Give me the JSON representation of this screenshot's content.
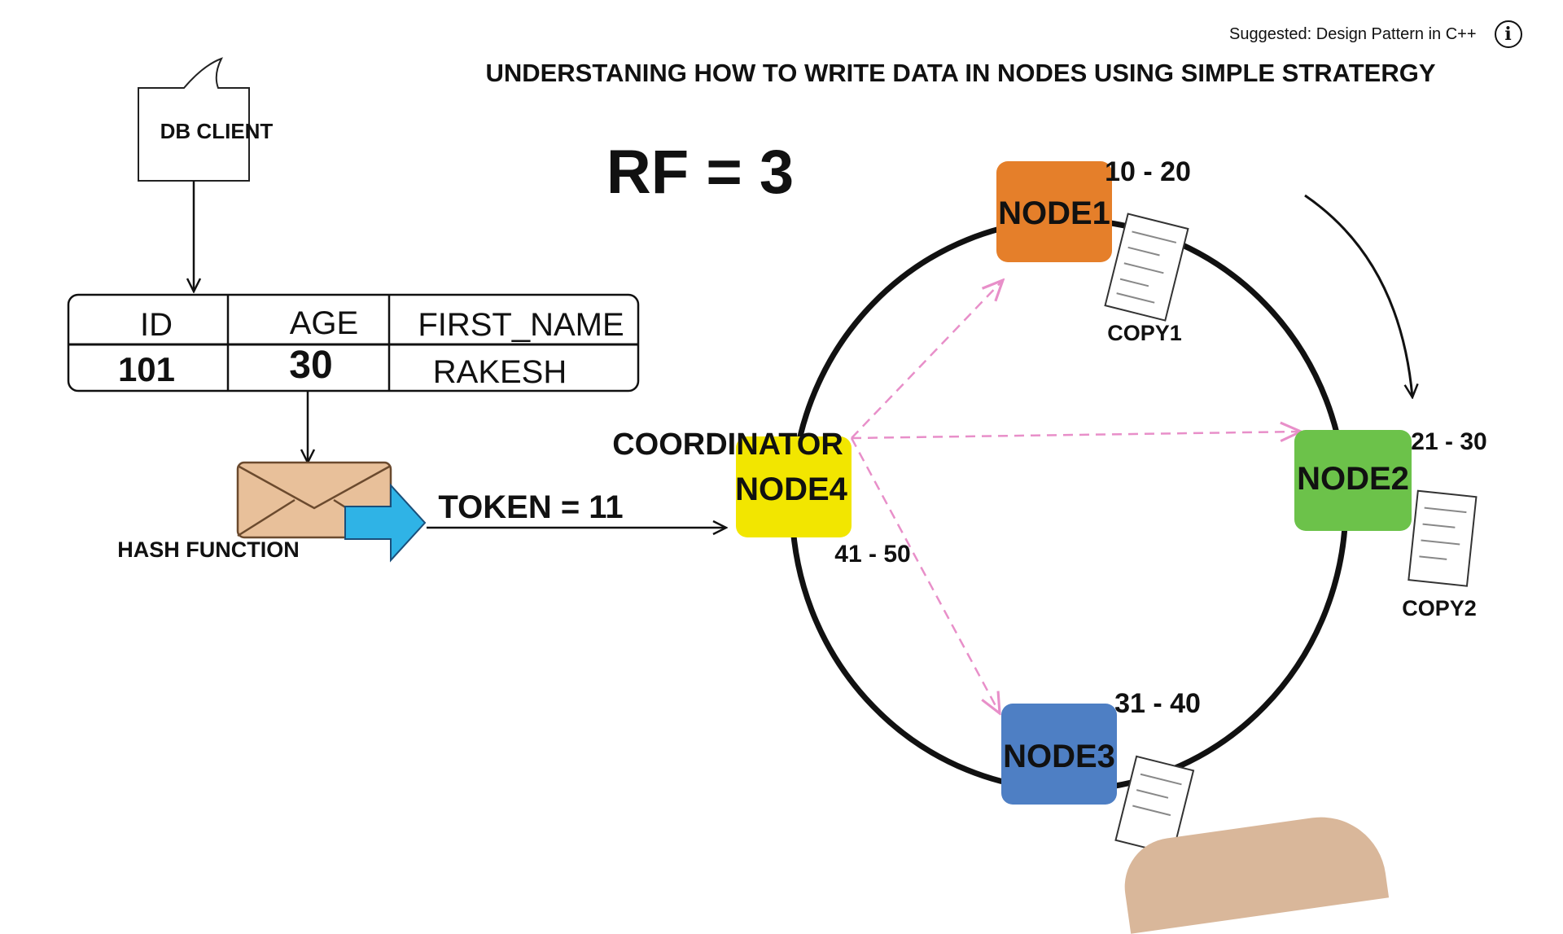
{
  "overlay": {
    "suggestion_text": "Suggested: Design Pattern in C++",
    "info_icon": "info-icon"
  },
  "diagram": {
    "title": "UNDERSTANING HOW TO WRITE DATA IN NODES USING SIMPLE STRATERGY",
    "rf_label": "RF = 3",
    "client_label": "DB CLIENT",
    "table": {
      "headers": [
        "ID",
        "AGE",
        "FIRST_NAME"
      ],
      "row": [
        "101",
        "30",
        "RAKESH"
      ]
    },
    "hash_label": "HASH FUNCTION",
    "token_label": "TOKEN = 11",
    "coordinator_label": "COORDINATOR",
    "nodes": [
      {
        "name": "NODE1",
        "range": "10 - 20",
        "color": "#e57f2a"
      },
      {
        "name": "NODE2",
        "range": "21 - 30",
        "color": "#6cc24a"
      },
      {
        "name": "NODE3",
        "range": "31 - 40",
        "color": "#4e7fc4"
      },
      {
        "name": "NODE4",
        "range": "41 - 50",
        "color": "#f2e600"
      }
    ],
    "copies": [
      "COPY1",
      "COPY2"
    ],
    "arrow_color": "#e88fc9"
  }
}
